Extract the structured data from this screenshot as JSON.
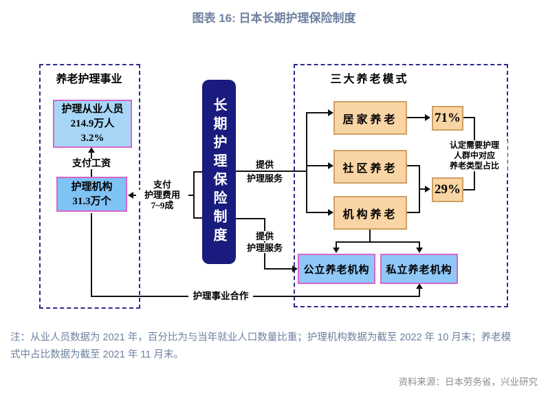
{
  "title": "图表 16: 日本长期护理保险制度",
  "left_panel": {
    "title": "养老护理事业",
    "staff_box": {
      "line1": "护理从业人员",
      "line2": "214.9万人",
      "line3": "3.2%"
    },
    "pay_wage_label": "支付工资",
    "org_box": {
      "line1": "护理机构",
      "line2": "31.3万个"
    }
  },
  "center_box": {
    "text": "长期护理保险制度"
  },
  "flow_labels": {
    "pay_fee": {
      "line1": "支付",
      "line2": "护理费用",
      "line3": "7~9成"
    },
    "provide_upper": {
      "line1": "提供",
      "line2": "护理服务"
    },
    "provide_lower": {
      "line1": "提供",
      "line2": "护理服务"
    },
    "cooperation": "护理事业合作"
  },
  "right_panel": {
    "title": "三大养老模式",
    "modes": [
      "居家养老",
      "社区养老",
      "机构养老"
    ],
    "pct_home": "71%",
    "pct_institution": "29%",
    "pct_note": {
      "line1": "认定需要护理",
      "line2": "人群中对应",
      "line3": "养老类型占比"
    },
    "public_box": "公立养老机构",
    "private_box": "私立养老机构"
  },
  "note": {
    "line1": "注：从业人员数据为 2021 年，百分比为与当年就业人口数量比重；护理机构数据为截至 2022 年 10 月末；养老模",
    "line2": "式中占比数据为截至 2021 年 11 月末。"
  },
  "source": "资料来源：日本劳务省，兴业研究",
  "colors": {
    "title_text": "#6e80a0",
    "navy_box": "#1a1b7e",
    "dashed_border": "#2a2a8f",
    "blue_fill_light": "#a8d6f6",
    "blue_fill_medium": "#7fc2f4",
    "magenta_border": "#d566c8",
    "orange_fill": "#f9d5a5",
    "orange_border": "#cf9f62",
    "source_text": "#8c8c8c"
  }
}
